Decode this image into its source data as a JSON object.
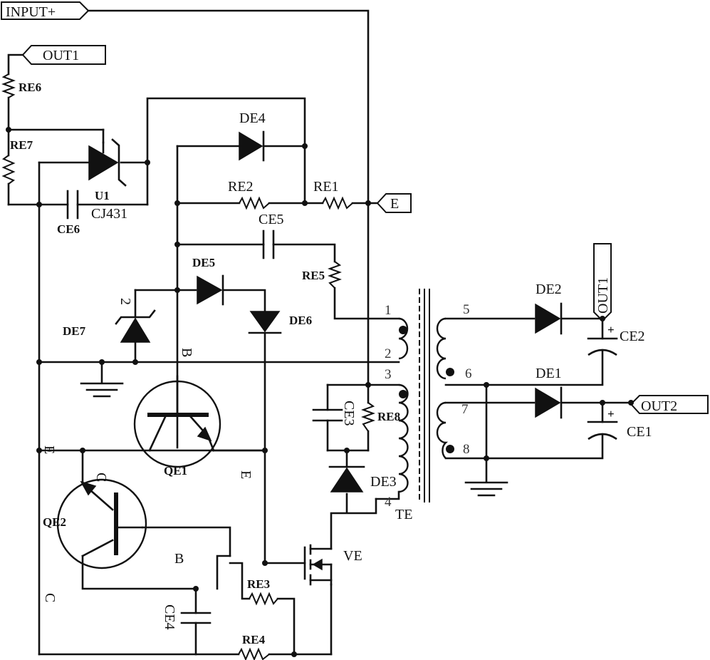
{
  "ports": {
    "input_plus": "INPUT+",
    "out1_left": "OUT1",
    "out1_right": "OUT1",
    "out2": "OUT2",
    "e": "E"
  },
  "resistors": {
    "re1": "RE1",
    "re2": "RE2",
    "re3": "RE3",
    "re4": "RE4",
    "re5": "RE5",
    "re6": "RE6",
    "re7": "RE7",
    "re8": "RE8"
  },
  "capacitors": {
    "ce1": "CE1",
    "ce2": "CE2",
    "ce3": "CE3",
    "ce4": "CE4",
    "ce5": "CE5",
    "ce6": "CE6",
    "plus": "+"
  },
  "diodes": {
    "de1": "DE1",
    "de2": "DE2",
    "de3": "DE3",
    "de4": "DE4",
    "de5": "DE5",
    "de6": "DE6",
    "de7": "DE7"
  },
  "ic": {
    "ref": "U1",
    "part": "CJ431"
  },
  "transistors": {
    "qe1": "QE1",
    "qe2": "QE2",
    "mosfet": "VE",
    "qe1_base": "B",
    "qe1_emitter": "E",
    "qe2_collector": "C",
    "qe2_emitter": "E",
    "qe2_base": "B",
    "qe2_c_bottom": "C"
  },
  "transformer": {
    "ref": "TE",
    "pins": [
      "1",
      "2",
      "3",
      "4",
      "5",
      "6",
      "7",
      "8"
    ]
  },
  "zener_pin": "2"
}
